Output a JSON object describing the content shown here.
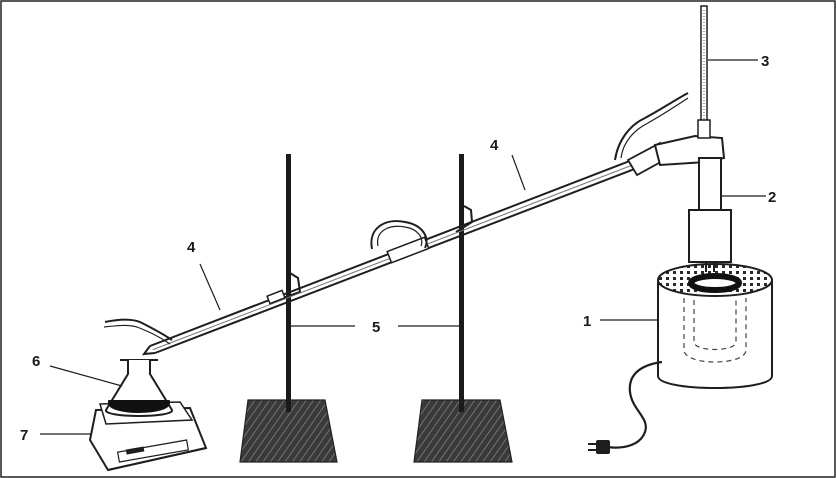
{
  "figure": {
    "labels": [
      {
        "id": "heating-mantle",
        "text": "1"
      },
      {
        "id": "distillation-head",
        "text": "2"
      },
      {
        "id": "thermometer",
        "text": "3"
      },
      {
        "id": "condenser-upper",
        "text": "4"
      },
      {
        "id": "condenser-lower",
        "text": "4"
      },
      {
        "id": "retort-stands",
        "text": "5"
      },
      {
        "id": "erlenmeyer-flask",
        "text": "6"
      },
      {
        "id": "balance",
        "text": "7"
      }
    ]
  }
}
